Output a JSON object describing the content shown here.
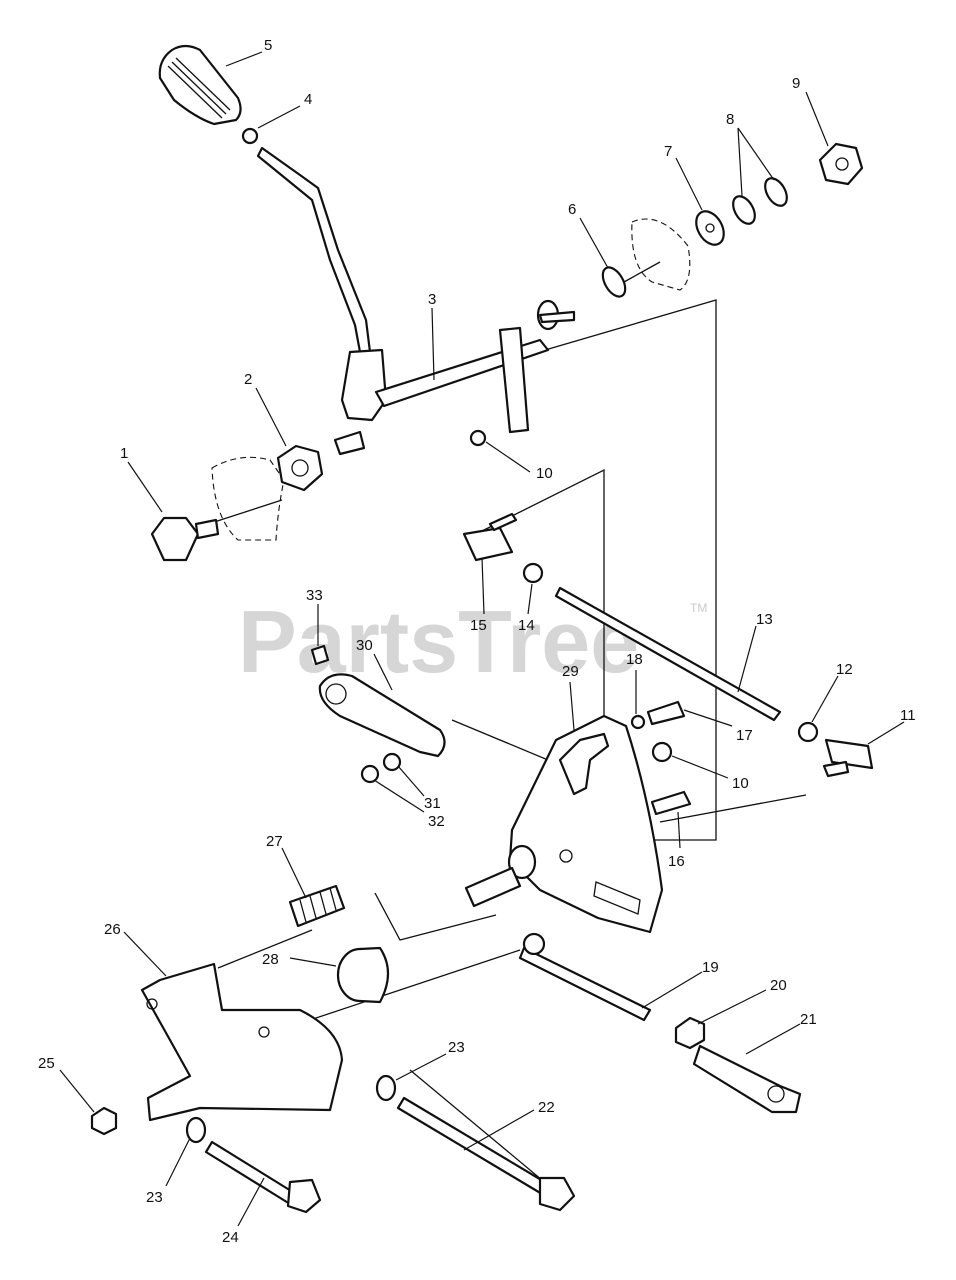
{
  "watermark": {
    "text": "PartsTree",
    "trademark": "TM"
  },
  "callouts": [
    {
      "num": "1",
      "part": "bolt"
    },
    {
      "num": "2",
      "part": "hex-nut"
    },
    {
      "num": "3",
      "part": "pedal-shaft"
    },
    {
      "num": "4",
      "part": "hex-nut"
    },
    {
      "num": "5",
      "part": "pedal-pad"
    },
    {
      "num": "6",
      "part": "washer"
    },
    {
      "num": "7",
      "part": "washer"
    },
    {
      "num": "8",
      "part": "washers"
    },
    {
      "num": "9",
      "part": "hex-nut"
    },
    {
      "num": "10",
      "part": "hex-nut"
    },
    {
      "num": "11",
      "part": "swivel"
    },
    {
      "num": "12",
      "part": "nut"
    },
    {
      "num": "13",
      "part": "rod"
    },
    {
      "num": "14",
      "part": "nut"
    },
    {
      "num": "15",
      "part": "swivel"
    },
    {
      "num": "16",
      "part": "bolt"
    },
    {
      "num": "17",
      "part": "bolt"
    },
    {
      "num": "18",
      "part": "nut"
    },
    {
      "num": "19",
      "part": "threaded-rod"
    },
    {
      "num": "20",
      "part": "nut"
    },
    {
      "num": "21",
      "part": "clevis"
    },
    {
      "num": "22",
      "part": "bolt"
    },
    {
      "num": "23",
      "part": "washer"
    },
    {
      "num": "24",
      "part": "bolt"
    },
    {
      "num": "25",
      "part": "nut"
    },
    {
      "num": "26",
      "part": "bracket"
    },
    {
      "num": "27",
      "part": "spring"
    },
    {
      "num": "28",
      "part": "spacer"
    },
    {
      "num": "29",
      "part": "control-plate"
    },
    {
      "num": "30",
      "part": "lever-arm"
    },
    {
      "num": "31",
      "part": "washer"
    },
    {
      "num": "32",
      "part": "nut"
    },
    {
      "num": "33",
      "part": "set-screw"
    }
  ]
}
